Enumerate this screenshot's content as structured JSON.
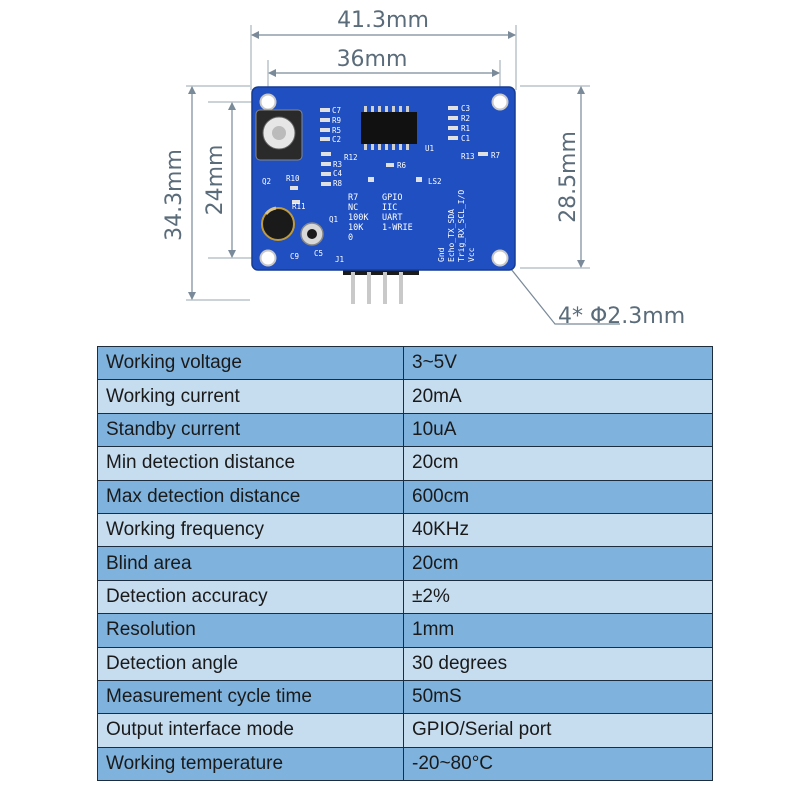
{
  "dimensions": {
    "outer_width": "41.3mm",
    "hole_spacing_x": "36mm",
    "outer_height": "34.3mm",
    "hole_spacing_y": "24mm",
    "hole_spacing_y_right": "28.5mm",
    "hole_callout": "4* Φ2.3mm"
  },
  "board": {
    "labels_left": [
      "C7",
      "R9",
      "R5",
      "C2",
      "R12",
      "C4",
      "R3",
      "R8",
      "R10",
      "Q2",
      "R11",
      "Q1",
      "C9",
      "C5",
      "J1"
    ],
    "labels_right": [
      "C3",
      "R2",
      "R1",
      "C1",
      "R13",
      "R7",
      "R6",
      "U1",
      "LS2"
    ],
    "mode_header_left": "R7",
    "mode_header_right": "GPIO",
    "modes": [
      {
        "res": "NC",
        "mode": "IIC"
      },
      {
        "res": "100K",
        "mode": "UART"
      },
      {
        "res": "10K",
        "mode": "1-WRIE"
      },
      {
        "res": "0",
        "mode": ""
      }
    ],
    "pins": [
      "Gnd",
      "Echo_TX_SDA",
      "Trig_RX_SCL_I/O",
      "Vcc"
    ]
  },
  "specs": [
    {
      "name": "Working voltage",
      "value": "3~5V"
    },
    {
      "name": "Working current",
      "value": "20mA"
    },
    {
      "name": "Standby current",
      "value": "10uA"
    },
    {
      "name": "Min detection distance",
      "value": "20cm"
    },
    {
      "name": "Max detection distance",
      "value": "600cm"
    },
    {
      "name": "Working frequency",
      "value": "40KHz"
    },
    {
      "name": "Blind area",
      "value": "20cm"
    },
    {
      "name": "Detection accuracy",
      "value": "±2%"
    },
    {
      "name": "Resolution",
      "value": "1mm"
    },
    {
      "name": "Detection angle",
      "value": "30 degrees"
    },
    {
      "name": "Measurement cycle time",
      "value": "50mS"
    },
    {
      "name": "Output interface mode",
      "value": "GPIO/Serial port"
    },
    {
      "name": "Working temperature",
      "value": "-20~80°C"
    }
  ]
}
